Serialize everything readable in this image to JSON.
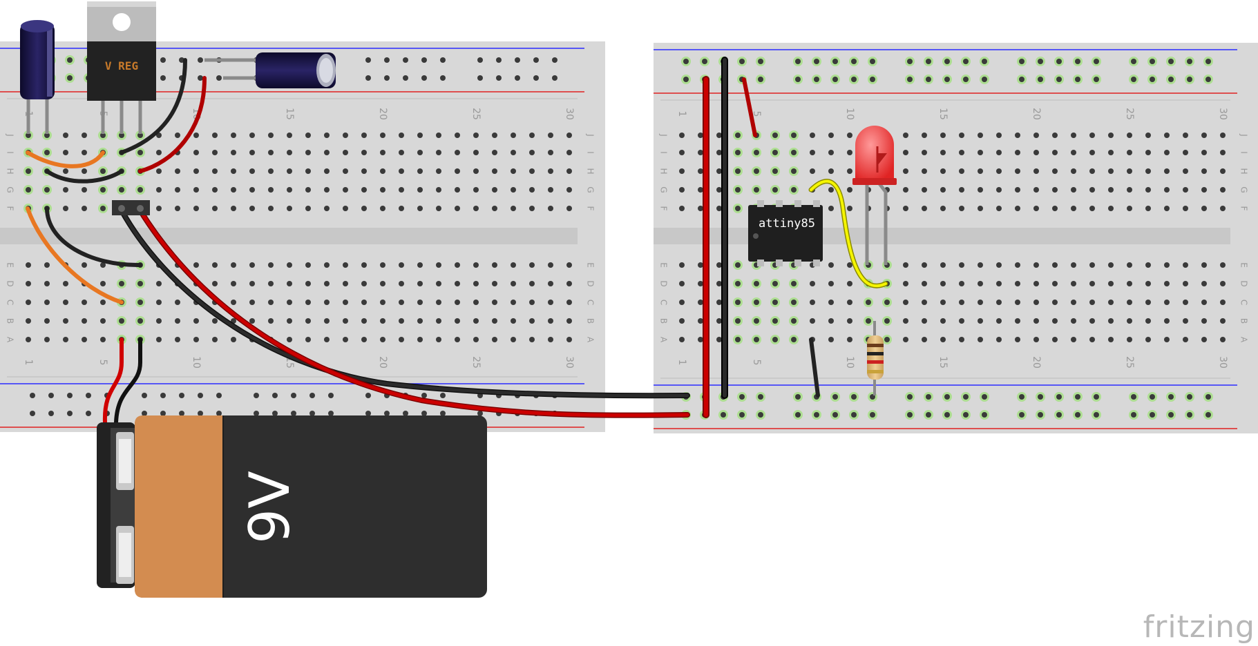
{
  "breadboards": [
    {
      "id": "left",
      "row_letters_top": [
        "J",
        "I",
        "H",
        "G",
        "F"
      ],
      "row_letters_bottom": [
        "E",
        "D",
        "C",
        "B",
        "A"
      ],
      "column_numbers": [
        "1",
        "5",
        "10",
        "15",
        "20",
        "25",
        "30"
      ]
    },
    {
      "id": "right",
      "row_letters_top": [
        "J",
        "I",
        "H",
        "G",
        "F"
      ],
      "row_letters_bottom": [
        "E",
        "D",
        "C",
        "B",
        "A"
      ],
      "column_numbers": [
        "1",
        "5",
        "10",
        "15",
        "20",
        "25",
        "30"
      ]
    }
  ],
  "components": {
    "regulator_label": "V REG",
    "chip_label": "attiny85",
    "battery_label": "9V",
    "watermark": "fritzing"
  },
  "colors": {
    "board": "#d8d8d8",
    "channel": "#c8c8c8",
    "rail_blue": "#2a2aff",
    "rail_red": "#e02020",
    "hole": "#3a3a3a",
    "hole_active": "#9fe07a",
    "wire_red": "#cc0000",
    "wire_black": "#222222",
    "wire_orange": "#e87722",
    "wire_yellow": "#f2f200",
    "led_red": "#ee3333",
    "battery_body": "#333333",
    "battery_copper": "#d38c50"
  }
}
